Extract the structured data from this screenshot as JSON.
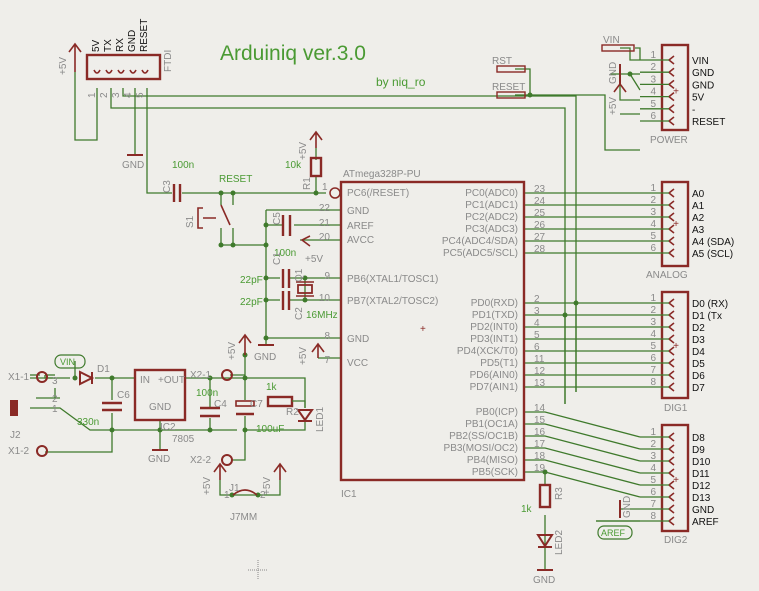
{
  "title": "Arduiniq ver.3.0",
  "author": "by niq_ro",
  "mcu": {
    "name": "ATmega328P-PU",
    "ref": "IC1",
    "left_pins": [
      {
        "num": "1",
        "label": "PC6(/RESET)"
      },
      {
        "num": "22",
        "label": "GND"
      },
      {
        "num": "21",
        "label": "AREF"
      },
      {
        "num": "20",
        "label": "AVCC"
      },
      {
        "num": "9",
        "label": "PB6(XTAL1/TOSC1)"
      },
      {
        "num": "10",
        "label": "PB7(XTAL2/TOSC2)"
      },
      {
        "num": "8",
        "label": "GND"
      },
      {
        "num": "7",
        "label": "VCC"
      }
    ],
    "right_pins": [
      {
        "num": "23",
        "label": "PC0(ADC0)"
      },
      {
        "num": "24",
        "label": "PC1(ADC1)"
      },
      {
        "num": "25",
        "label": "PC2(ADC2)"
      },
      {
        "num": "26",
        "label": "PC3(ADC3)"
      },
      {
        "num": "27",
        "label": "PC4(ADC4/SDA)"
      },
      {
        "num": "28",
        "label": "PC5(ADC5/SCL)"
      },
      {
        "num": "2",
        "label": "PD0(RXD)"
      },
      {
        "num": "3",
        "label": "PD1(TXD)"
      },
      {
        "num": "4",
        "label": "PD2(INT0)"
      },
      {
        "num": "5",
        "label": "PD3(INT1)"
      },
      {
        "num": "6",
        "label": "PD4(XCK/T0)"
      },
      {
        "num": "11",
        "label": "PD5(T1)"
      },
      {
        "num": "12",
        "label": "PD6(AIN0)"
      },
      {
        "num": "13",
        "label": "PD7(AIN1)"
      },
      {
        "num": "14",
        "label": "PB0(ICP)"
      },
      {
        "num": "15",
        "label": "PB1(OC1A)"
      },
      {
        "num": "16",
        "label": "PB2(SS/OC1B)"
      },
      {
        "num": "17",
        "label": "PB3(MOSI/OC2)"
      },
      {
        "num": "18",
        "label": "PB4(MISO)"
      },
      {
        "num": "19",
        "label": "PB5(SCK)"
      }
    ]
  },
  "headers": {
    "ftdi": {
      "name": "FTDI",
      "pins": [
        "5V",
        "TX",
        "RX",
        "GND",
        "RESET"
      ],
      "nums": [
        "1",
        "2",
        "3",
        "4",
        "5"
      ]
    },
    "power": {
      "name": "POWER",
      "nums": [
        "1",
        "2",
        "3",
        "4",
        "5",
        "6"
      ],
      "labels": [
        "VIN",
        "GND",
        "GND",
        "5V",
        "-",
        "RESET"
      ]
    },
    "analog": {
      "name": "ANALOG",
      "nums": [
        "1",
        "2",
        "3",
        "4",
        "5",
        "6"
      ],
      "labels": [
        "A0",
        "A1",
        "A2",
        "A3",
        "A4 (SDA)",
        "A5 (SCL)"
      ]
    },
    "dig1": {
      "name": "DIG1",
      "nums": [
        "1",
        "2",
        "3",
        "4",
        "5",
        "6",
        "7",
        "8"
      ],
      "labels": [
        "D0 (RX)",
        "D1 (Tx",
        "D2",
        "D3",
        "D4",
        "D5",
        "D6",
        "D7"
      ]
    },
    "dig2": {
      "name": "DIG2",
      "nums": [
        "1",
        "2",
        "3",
        "4",
        "5",
        "6",
        "7",
        "8"
      ],
      "labels": [
        "D8",
        "D9",
        "D10",
        "D11",
        "D12",
        "D13",
        "GND",
        "AREF"
      ]
    }
  },
  "components": {
    "c3": {
      "ref": "C3",
      "value": "100n"
    },
    "r1": {
      "ref": "R1",
      "value": "10k"
    },
    "s1": {
      "ref": "S1"
    },
    "reset_net": "RESET",
    "c5": {
      "ref": "C5"
    },
    "c1": {
      "ref": "C1",
      "value": "22pF"
    },
    "c2": {
      "ref": "C2",
      "value": "22pF"
    },
    "c5_value": "100n",
    "q1": {
      "ref": "Q1",
      "value": "16MHz"
    },
    "d1": {
      "ref": "D1"
    },
    "c6": {
      "ref": "C6",
      "value": "330n"
    },
    "ic2": {
      "ref": "IC2",
      "value": "7805",
      "pin_in": "IN",
      "pin_out": "+OUT",
      "pin_gnd": "GND"
    },
    "c4": {
      "ref": "C4",
      "value": "100n"
    },
    "c7": {
      "ref": "C7",
      "value": "100uF"
    },
    "r2": {
      "ref": "R2",
      "value": "1k"
    },
    "led1": {
      "ref": "LED1"
    },
    "r3": {
      "ref": "R3",
      "value": "1k"
    },
    "led2": {
      "ref": "LED2"
    },
    "j1": {
      "ref": "J1",
      "value": "J7MM",
      "p1": "1",
      "p2": "2"
    },
    "j2": {
      "ref": "J2",
      "p1": "1",
      "p2": "2",
      "p3": "3"
    },
    "x1_1": "X1-1",
    "x1_2": "X1-2",
    "x2_1": "X2-1",
    "x2_2": "X2-2"
  },
  "nets": {
    "plus5v": "+5V",
    "gnd": "GND",
    "vin_tag": "VIN",
    "aref_tag": "AREF",
    "rst": "RST",
    "reset": "RESET",
    "vin": "VIN"
  },
  "colors": {
    "wire": "#3f7a2c",
    "part": "#8a2a26",
    "title": "#4a9a33",
    "background": "#efeeea"
  }
}
